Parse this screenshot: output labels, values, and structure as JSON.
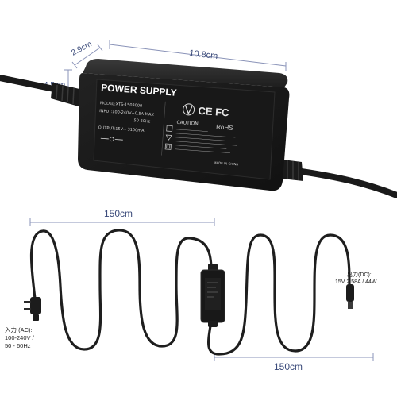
{
  "top_dimensions": {
    "width": "10.8cm",
    "depth": "2.9cm",
    "height": "4.5cm"
  },
  "adapter_label": {
    "title": "POWER SUPPLY",
    "model": "MODEL:XTS-1503000",
    "input": "INPUT:100-240V~0.5A MAX",
    "freq": "50-60Hz",
    "output": "OUTPUT:15V⎓ 3100mA",
    "caution": "CAUTION",
    "marks": "CE FC",
    "rohs": "RoHS",
    "made_in": "MADE IN CHINA"
  },
  "bottom_dimensions": {
    "input_cable_length": "150cm",
    "output_cable_length": "150cm"
  },
  "specs": {
    "input_title": "入力 (AC):",
    "input_voltage": "100-240V /",
    "input_freq": "50 - 60Hz",
    "output_title": "出力(DC):",
    "output_value": "15V 2.58A / 44W"
  },
  "colors": {
    "dimension_line": "#8a93b8",
    "dimension_text": "#3a4a7a",
    "body": "#1c1c1c",
    "cable": "#202020"
  }
}
